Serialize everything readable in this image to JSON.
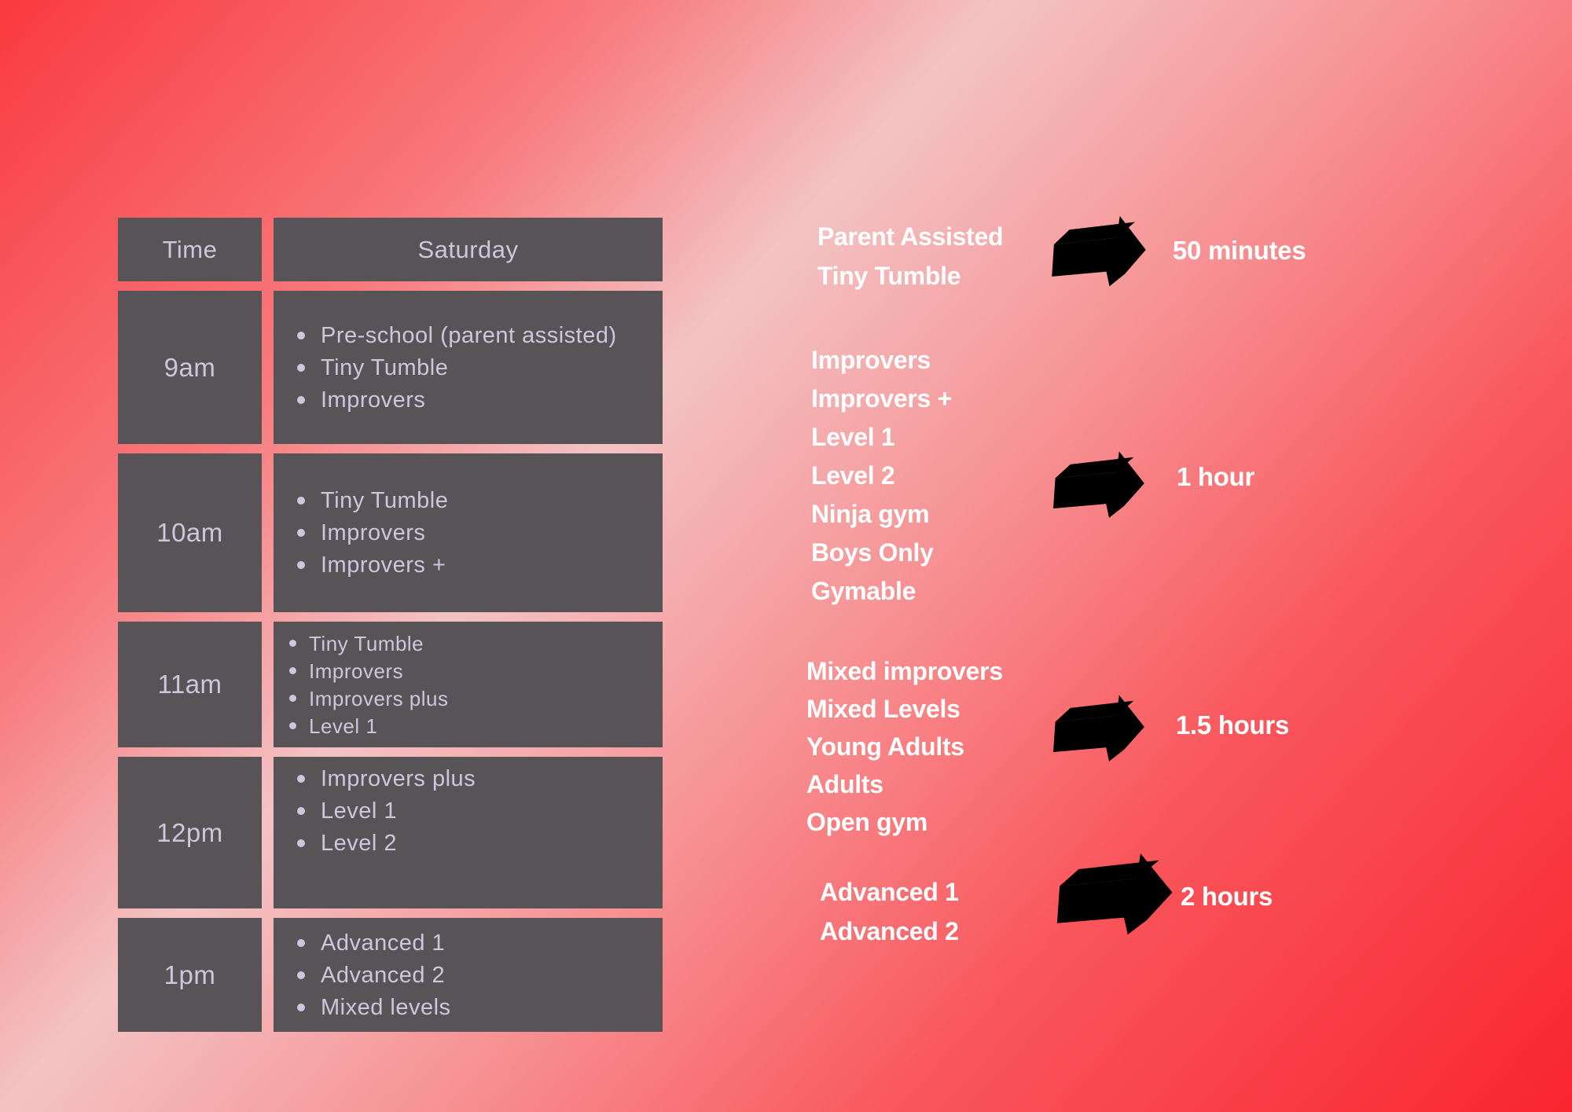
{
  "timetable": {
    "column_headers": {
      "time": "Time",
      "day": "Saturday"
    },
    "rows": [
      {
        "time": "9am",
        "classes": [
          "Pre-school (parent assisted)",
          "Tiny Tumble",
          "Improvers"
        ]
      },
      {
        "time": "10am",
        "classes": [
          "Tiny Tumble",
          "Improvers",
          "Improvers +"
        ]
      },
      {
        "time": "11am",
        "classes": [
          "Tiny Tumble",
          "Improvers",
          "Improvers plus",
          "Level 1"
        ]
      },
      {
        "time": "12pm",
        "classes": [
          "Improvers plus",
          "Level 1",
          "Level 2"
        ]
      },
      {
        "time": "1pm",
        "classes": [
          "Advanced 1",
          "Advanced 2",
          "Mixed levels"
        ]
      }
    ]
  },
  "duration_key": {
    "groups": [
      {
        "classes": [
          "Parent Assisted",
          "Tiny Tumble"
        ],
        "duration": "50 minutes"
      },
      {
        "classes": [
          "Improvers",
          "Improvers +",
          "Level 1",
          "Level 2",
          "Ninja gym",
          "Boys Only",
          "Gymable"
        ],
        "duration": "1 hour"
      },
      {
        "classes": [
          "Mixed improvers",
          "Mixed Levels",
          "Young Adults",
          "Adults",
          "Open gym"
        ],
        "duration": "1.5 hours"
      },
      {
        "classes": [
          "Advanced 1",
          "Advanced 2"
        ],
        "duration": "2 hours"
      }
    ]
  },
  "colors": {
    "background_red": "#f93a40",
    "background_light_band": "#f3c3c4",
    "cell_background": "#575356",
    "table_text": "#cdc6dc",
    "key_text": "#ffffff"
  }
}
